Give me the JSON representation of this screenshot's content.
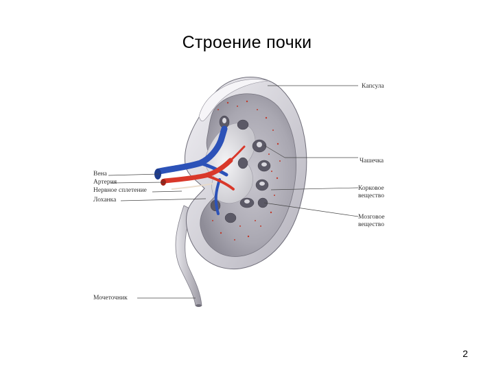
{
  "slide": {
    "title": "Строение почки",
    "page_number": "2"
  },
  "diagram": {
    "labels": {
      "capsule": "Капсула",
      "calyx": "Чашечка",
      "cortex_line1": "Корковое",
      "cortex_line2": "вещество",
      "medulla_line1": "Мозговое",
      "medulla_line2": "вещество",
      "vein": "Вена",
      "artery": "Артерия",
      "nerve_plexus": "Нервное сплетение",
      "pelvis": "Лоханка",
      "ureter": "Мочеточник"
    }
  }
}
